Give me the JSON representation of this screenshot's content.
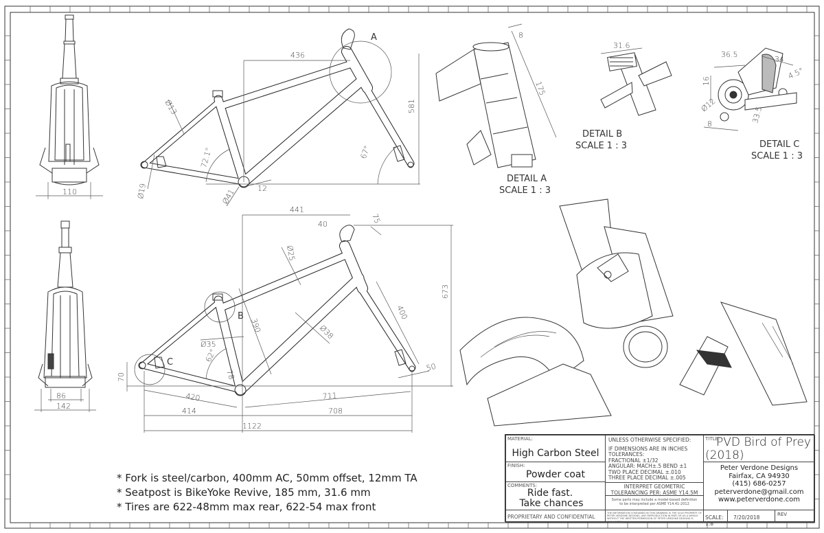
{
  "top_view": {
    "front_width": "110",
    "reach": "436",
    "stack": "581",
    "seat_angle": "72.1°",
    "head_angle": "67°",
    "seatstay_dia": "Ø13",
    "chainstay_dia": "Ø19",
    "bb_dia": "Ø41",
    "bb_drop": "12",
    "detail_a_marker": "A"
  },
  "bottom_view": {
    "front_width_inner": "86",
    "front_width_outer": "142",
    "reach": "441",
    "stem_rise": "40",
    "stem_length": "75",
    "stack": "673",
    "toptube_dia": "Ø25",
    "fork_length": "400",
    "downtube_dia": "Ø38",
    "seattube_length": "390",
    "seattube_dia": "Ø35",
    "seat_angle": "62°",
    "bb_offset": "78",
    "axle_height": "70",
    "chainstay": "420",
    "rear_center": "414",
    "front_diagonal": "711",
    "front_center": "708",
    "wheelbase": "1122",
    "fork_offset": "50",
    "detail_b_marker": "B",
    "detail_c_marker": "C"
  },
  "detail_a": {
    "dim_top": "8",
    "dim_length": "175",
    "title": "DETAIL A",
    "scale": "SCALE 1 : 3"
  },
  "detail_b": {
    "dim": "31.6",
    "title": "DETAIL B",
    "scale": "SCALE 1 : 3"
  },
  "detail_c": {
    "dim1": "36.5",
    "dim2": "34",
    "angle": "4.5°",
    "dim3": "16",
    "dia": "Ø12",
    "dim4": "33.5",
    "dim5": "8",
    "title": "DETAIL C",
    "scale": "SCALE 1 : 3"
  },
  "notes": [
    "* Fork is steel/carbon, 400mm AC, 50mm offset, 12mm TA",
    "* Seatpost is BikeYoke Revive, 185 mm, 31.6 mm",
    "* Tires are 622-48mm max rear, 622-54 max front"
  ],
  "title_block": {
    "material_label": "MATERIAL:",
    "material": "High Carbon Steel",
    "finish_label": "FINISH:",
    "finish": "Powder coat",
    "comments_label": "COMMENTS:",
    "comments_1": "Ride fast.",
    "comments_2": "Take chances",
    "proprietary": "PROPRIETARY AND CONFIDENTIAL",
    "unless": "UNLESS OTHERWISE SPECIFIED:",
    "tolerances": [
      "IF DIMENSIONS ARE IN INCHES",
      "TOLERANCES:",
      "FRACTIONAL ±1/32",
      "ANGULAR: MACH±.5   BEND ±1",
      "TWO PLACE DECIMAL    ±.010",
      "THREE PLACE DECIMAL  ±.005"
    ],
    "interpret_1": "INTERPRET GEOMETRIC",
    "interpret_2": "TOLERANCING PER: ASME Y14.5M",
    "model_note": "Some parts may include a model-based definition to be interpreted per ASME Y14.41-2012",
    "property_note": "THE INFORMATION CONTAINED IN THIS DRAWING IS THE SOLE PROPERTY OF PETER VERDONE DESIGNS. ANY REPRODUCTION IN PART OR AS A WHOLE WITHOUT THE WRITTEN PERMISSION OF PETER VERDONE DESIGNS IS PROHIBITED.",
    "title_label": "TITLE:",
    "title_1": "PVD Bird of Prey",
    "title_2": "(2018)",
    "company": "Peter Verdone Designs",
    "city": "Fairfax, CA 94930",
    "phone": "(415) 686-0257",
    "email": "peterverdone@gmail.com",
    "website": "www.peterverdone.com",
    "scale": "SCALE: 1:8",
    "date": "7/20/2018",
    "rev_label": "REV"
  }
}
